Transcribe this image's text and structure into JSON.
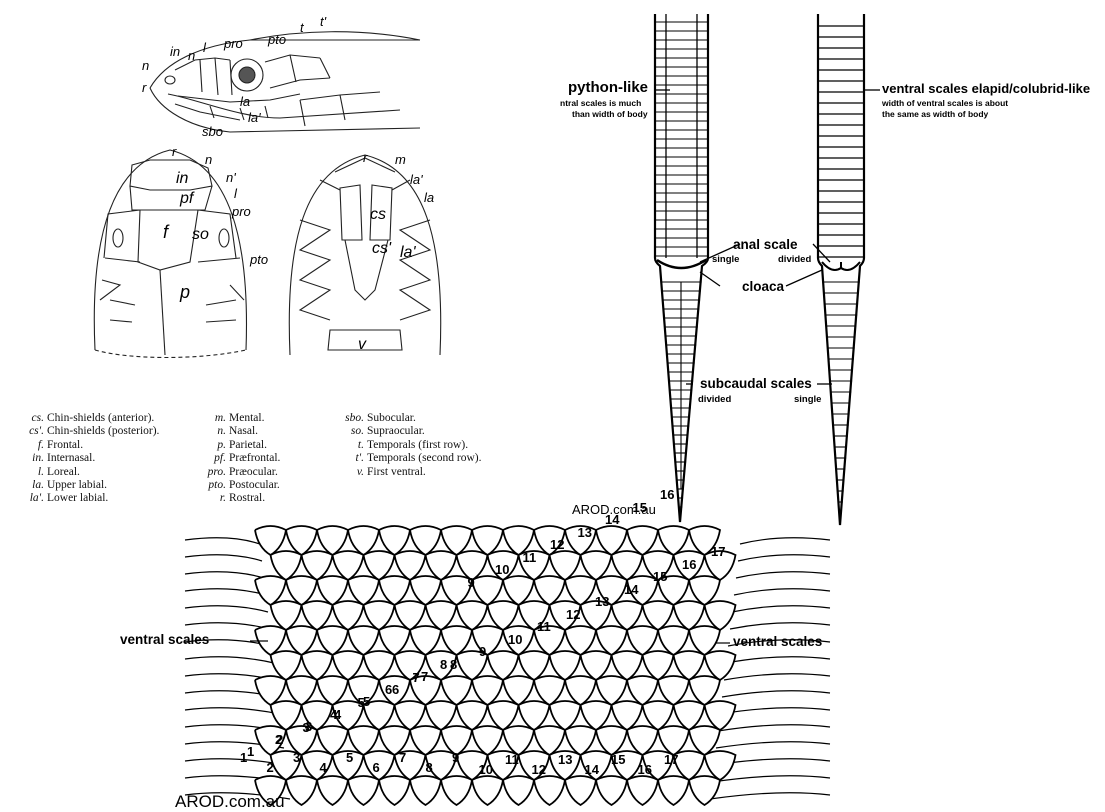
{
  "head_labels": {
    "side": [
      "in",
      "n",
      "l",
      "pro",
      "pto",
      "t",
      "t'",
      "n",
      "r",
      "la",
      "la'",
      "sbo"
    ],
    "dorsal": [
      "r",
      "n",
      "in",
      "n'",
      "l",
      "pf",
      "pro",
      "f",
      "so",
      "pto",
      "p"
    ],
    "ventral": [
      "r",
      "m",
      "la'",
      "la",
      "cs",
      "cs'",
      "la'",
      "v"
    ]
  },
  "legend": {
    "col1": [
      {
        "k": "cs.",
        "v": "Chin-shields (anterior)."
      },
      {
        "k": "cs'.",
        "v": "Chin-shields (posterior)."
      },
      {
        "k": "f.",
        "v": "Frontal."
      },
      {
        "k": "in.",
        "v": "Internasal."
      },
      {
        "k": "l.",
        "v": "Loreal."
      },
      {
        "k": "la.",
        "v": "Upper labial."
      },
      {
        "k": "la'.",
        "v": "Lower labial."
      }
    ],
    "col2": [
      {
        "k": "m.",
        "v": "Mental."
      },
      {
        "k": "n.",
        "v": "Nasal."
      },
      {
        "k": "p.",
        "v": "Parietal."
      },
      {
        "k": "pf.",
        "v": "Præfrontal."
      },
      {
        "k": "pro.",
        "v": "Præocular."
      },
      {
        "k": "pto.",
        "v": "Postocular."
      },
      {
        "k": "r.",
        "v": "Rostral."
      }
    ],
    "col3": [
      {
        "k": "sbo.",
        "v": "Subocular."
      },
      {
        "k": "so.",
        "v": "Supraocular."
      },
      {
        "k": "t.",
        "v": "Temporals (first row)."
      },
      {
        "k": "t'.",
        "v": "Temporals (second row)."
      },
      {
        "k": "v.",
        "v": "First ventral."
      }
    ]
  },
  "tail_diagram": {
    "left_title": "python-like",
    "left_note_1": "ntral scales is much",
    "left_note_2": "than width of body",
    "right_title": "ventral scales elapid/colubrid-like",
    "right_note_1": "width of ventral scales is about",
    "right_note_2": "the same as width of body",
    "anal_scale": "anal scale",
    "anal_left": "single",
    "anal_right": "divided",
    "cloaca": "cloaca",
    "subcaudal": "subcaudal scales",
    "subcaudal_left": "divided",
    "subcaudal_right": "single",
    "credit": "AROD.com.au"
  },
  "count_diagram": {
    "left_label": "ventral scales",
    "right_label": "ventral scales",
    "credit": "AROD.com.au",
    "bottom_row": [
      "1",
      "2",
      "3",
      "4",
      "5",
      "6",
      "7",
      "8",
      "9",
      "10",
      "11",
      "12",
      "13",
      "14",
      "15",
      "16",
      "17"
    ],
    "upper_row": [
      "1",
      "2",
      "3",
      "4",
      "5",
      "6",
      "7",
      "8",
      "9",
      "10",
      "11",
      "12",
      "13",
      "14",
      "15",
      "16",
      "17"
    ],
    "upper_row_b": [
      "2",
      "3",
      "4",
      "5",
      "6",
      "7",
      "8",
      "9",
      "10",
      "11",
      "12",
      "13",
      "14",
      "15",
      "16"
    ]
  }
}
